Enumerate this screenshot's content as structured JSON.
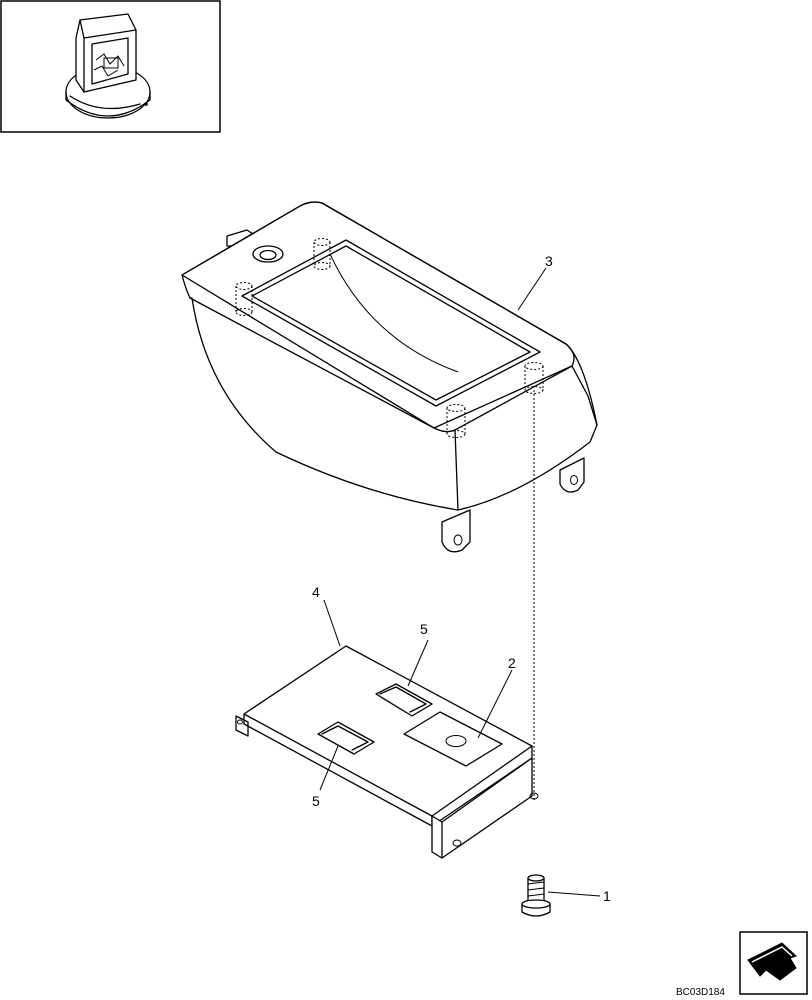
{
  "diagram": {
    "callouts": [
      {
        "id": "1",
        "label": "1"
      },
      {
        "id": "2",
        "label": "2"
      },
      {
        "id": "3",
        "label": "3"
      },
      {
        "id": "4",
        "label": "4"
      },
      {
        "id": "5a",
        "label": "5"
      },
      {
        "id": "5b",
        "label": "5"
      }
    ],
    "drawing_code": "BC03D184"
  }
}
